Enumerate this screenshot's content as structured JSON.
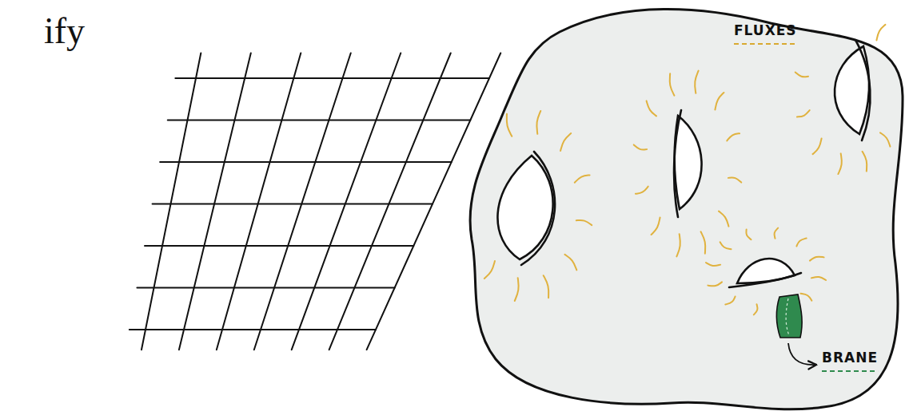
{
  "diagram": {
    "labels": [
      "ify",
      "FLUXES",
      "BRANE"
    ]
  }
}
